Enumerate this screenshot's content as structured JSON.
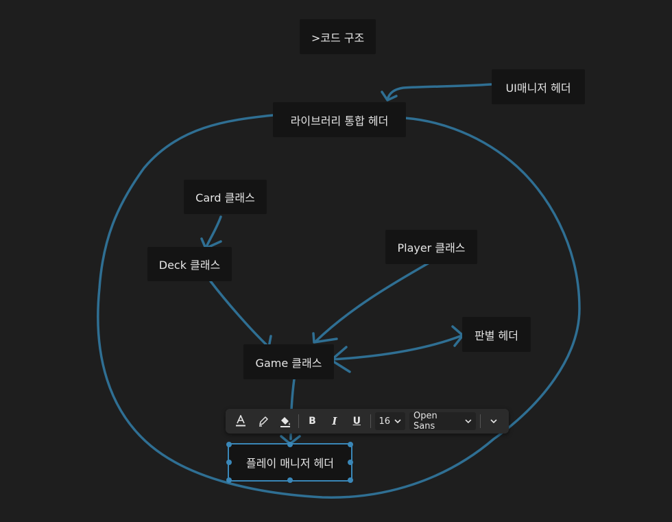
{
  "nodes": {
    "title": ">코드 구조",
    "ui_header": "UI매니저 헤더",
    "library_header": "라이브러리 통합 헤더",
    "card_class": "Card 클래스",
    "deck_class": "Deck 클래스",
    "player_class": "Player 클래스",
    "judge_header": "판별 헤더",
    "game_class": "Game 클래스",
    "play_manager_header": "플레이 매니저 헤더"
  },
  "toolbar": {
    "font_size": "16",
    "font_family": "Open Sans",
    "bold_label": "B",
    "italic_label": "I",
    "underline_label": "U",
    "text_color_icon": "text-color-icon",
    "highlight_icon": "highlighter-icon",
    "fill_icon": "paint-bucket-icon",
    "more_icon": "chevron-down-icon"
  },
  "colors": {
    "background": "#1e1e1e",
    "node_fill": "#141414",
    "text": "#e6e6e6",
    "ink_stroke": "#2f6f93",
    "selection": "#3a87b8"
  }
}
